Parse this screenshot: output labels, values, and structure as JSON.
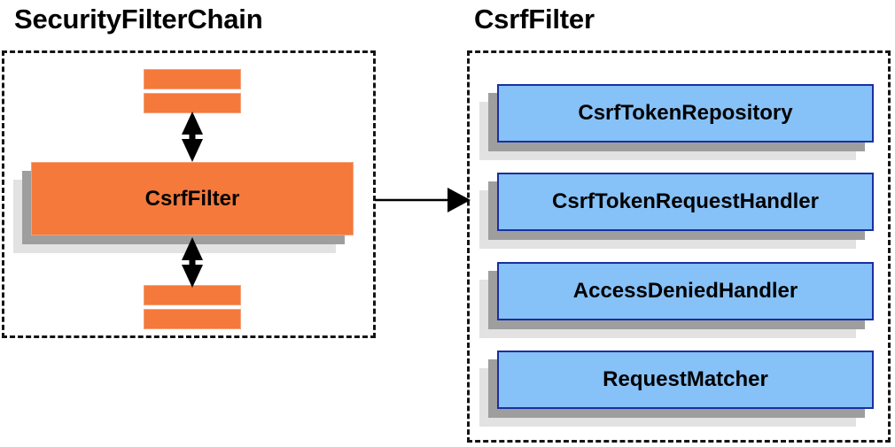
{
  "diagram": {
    "type": "component-diagram",
    "background_color": "#ffffff",
    "panels": [
      {
        "id": "securityfilterchain",
        "title": "SecurityFilterChain",
        "border_style": "dashed",
        "border_color": "#141414"
      },
      {
        "id": "csrffilter",
        "title": "CsrfFilter",
        "border_style": "dashed",
        "border_color": "#141414"
      }
    ],
    "colors": {
      "orange_fill": "#F4793B",
      "orange_border": "#F6A07A",
      "blue_fill": "#86C1F7",
      "blue_border": "#1A2FA0",
      "shadow_near": "#9E9E9E",
      "shadow_far": "#E2E2E2",
      "text": "#000000",
      "arrow": "#000000"
    }
  },
  "left_panel": {
    "title": "SecurityFilterChain",
    "main_component": {
      "label": "CsrfFilter",
      "fill": "#F4793B"
    },
    "strips_above": [
      {
        "label": ""
      },
      {
        "label": ""
      }
    ],
    "strips_below": [
      {
        "label": ""
      },
      {
        "label": ""
      }
    ],
    "arrows": [
      {
        "name": "arrow-up-down-top",
        "direction": "bidirectional",
        "orientation": "vertical"
      },
      {
        "name": "arrow-up-down-bottom",
        "direction": "bidirectional",
        "orientation": "vertical"
      }
    ]
  },
  "right_panel": {
    "title": "CsrfFilter",
    "components": [
      {
        "label": "CsrfTokenRepository"
      },
      {
        "label": "CsrfTokenRequestHandler"
      },
      {
        "label": "AccessDeniedHandler"
      },
      {
        "label": "RequestMatcher"
      }
    ]
  },
  "connector": {
    "name": "arrow-left-to-right",
    "direction": "unidirectional",
    "orientation": "horizontal",
    "from": "CsrfFilter",
    "to": "CsrfFilter panel"
  }
}
